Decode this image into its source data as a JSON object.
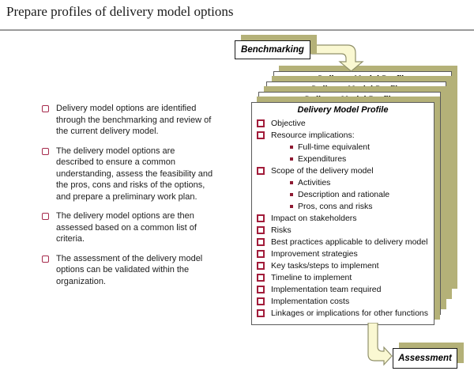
{
  "slide": {
    "title": "Prepare profiles of delivery model options"
  },
  "flow": {
    "benchmarking_label": "Benchmarking",
    "assessment_label": "Assessment"
  },
  "left_panel": {
    "bullets": [
      "Delivery model options are identified through the benchmarking and review of the current delivery model.",
      "The delivery model options are described to ensure a common understanding, assess the feasibility and the pros, cons and risks of the options, and prepare a preliminary work plan.",
      "The delivery model options are then assessed based on a common list of criteria.",
      "The assessment of the delivery model options can be validated within the organization."
    ]
  },
  "profile_card": {
    "title": "Delivery Model Profile",
    "stack_count": 4,
    "items": [
      {
        "text": "Objective",
        "level": 1
      },
      {
        "text": "Resource implications:",
        "level": 1
      },
      {
        "text": "Full-time equivalent",
        "level": 2
      },
      {
        "text": "Expenditures",
        "level": 2
      },
      {
        "text": "Scope of the delivery model",
        "level": 1
      },
      {
        "text": "Activities",
        "level": 2
      },
      {
        "text": "Description and rationale",
        "level": 2
      },
      {
        "text": "Pros, cons and risks",
        "level": 2
      },
      {
        "text": "Impact on stakeholders",
        "level": 1
      },
      {
        "text": "Risks",
        "level": 1
      },
      {
        "text": "Best practices applicable to delivery model",
        "level": 1
      },
      {
        "text": "Improvement strategies",
        "level": 1
      },
      {
        "text": "Key tasks/steps to implement",
        "level": 1
      },
      {
        "text": "Timeline to implement",
        "level": 1
      },
      {
        "text": "Implementation team required",
        "level": 1
      },
      {
        "text": "Implementation costs",
        "level": 1
      },
      {
        "text": "Linkages or implications for other functions",
        "level": 1
      }
    ]
  },
  "colors": {
    "shadow_olive": "#b4b178",
    "arrow_fill": "#faf8d2",
    "arrow_border": "#90906a",
    "bullet_maroon_hollow": "#a21c3a",
    "bullet_maroon_solid": "#8e1a32"
  }
}
